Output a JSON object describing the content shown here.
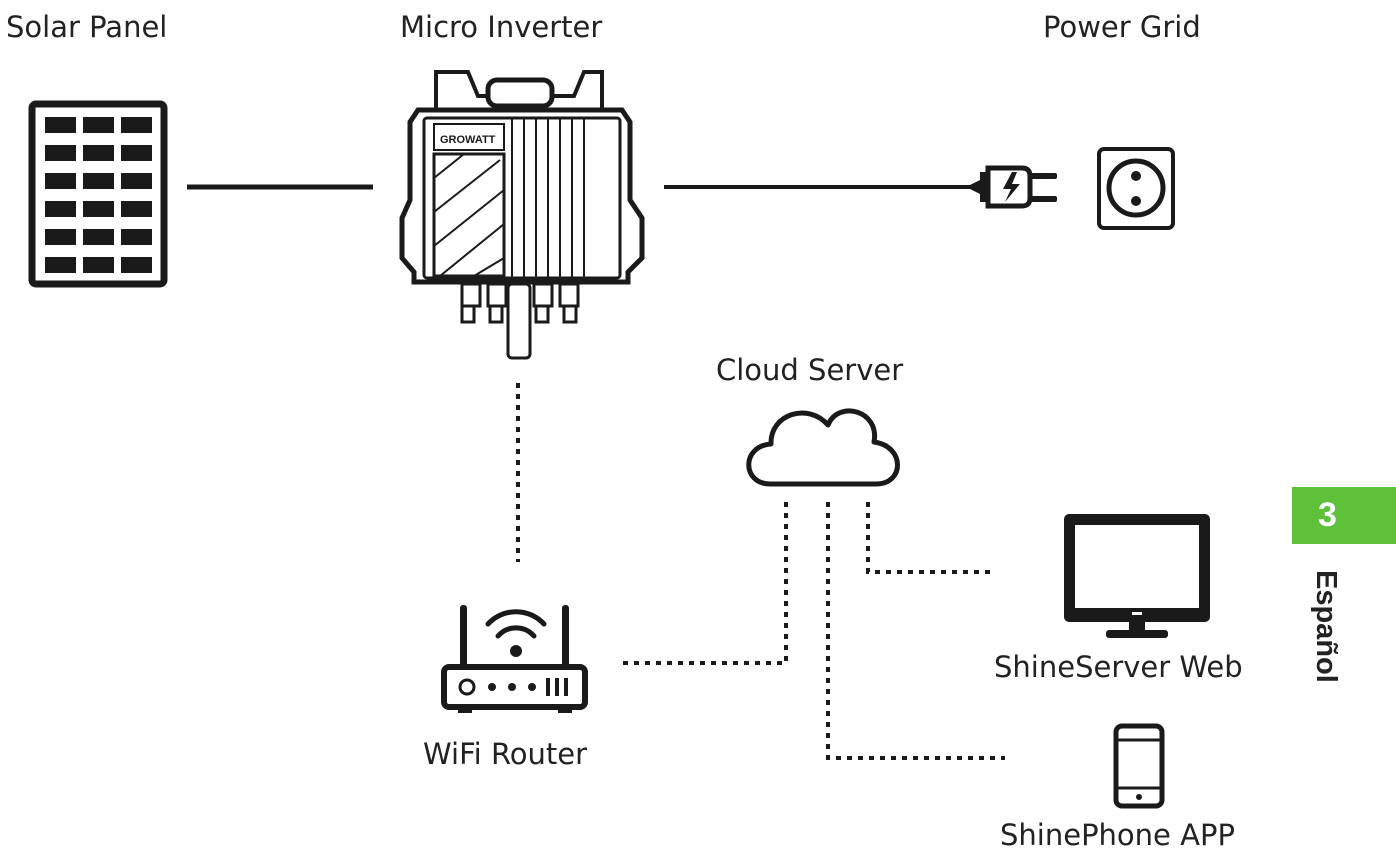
{
  "labels": {
    "solar_panel": "Solar Panel",
    "micro_inverter": "Micro Inverter",
    "power_grid": "Power Grid",
    "cloud_server": "Cloud Server",
    "wifi_router": "WiFi Router",
    "shineserver_web": "ShineServer Web",
    "shinephone_app": "ShinePhone APP",
    "inverter_brand": "GROWATT"
  },
  "side_tab": {
    "number": "3",
    "language": "Español"
  },
  "colors": {
    "accent": "#5fc13a",
    "line": "#1a1a1a"
  },
  "icons": [
    "solar-panel-icon",
    "micro-inverter-icon",
    "plug-icon",
    "wall-socket-icon",
    "cloud-icon",
    "wifi-router-icon",
    "monitor-icon",
    "smartphone-icon"
  ]
}
